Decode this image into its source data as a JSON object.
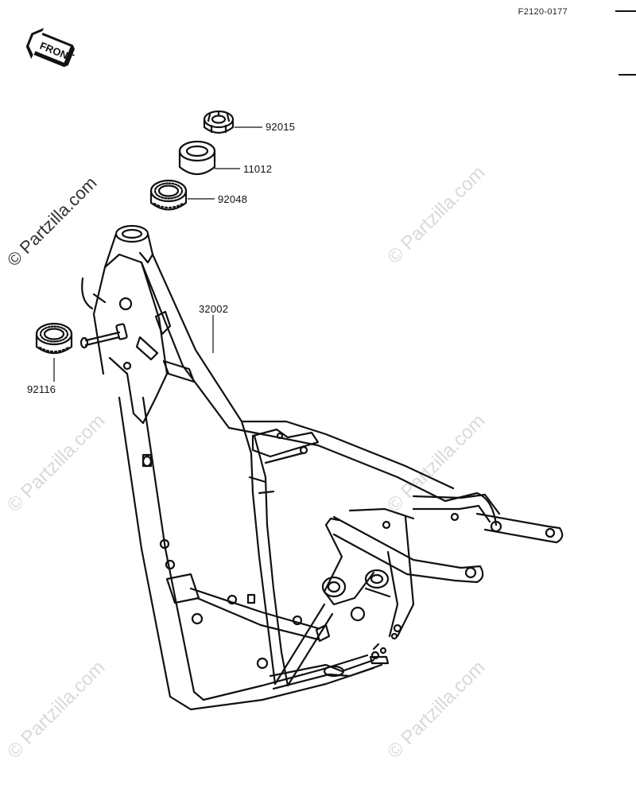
{
  "figure_code": "F2120-0177",
  "front_label": "FRONT",
  "watermark": "© Partzilla.com",
  "callouts": [
    {
      "id": "92015",
      "label": "92015"
    },
    {
      "id": "11012",
      "label": "11012"
    },
    {
      "id": "92048",
      "label": "92048"
    },
    {
      "id": "32002",
      "label": "32002"
    },
    {
      "id": "92116",
      "label": "92116"
    }
  ]
}
